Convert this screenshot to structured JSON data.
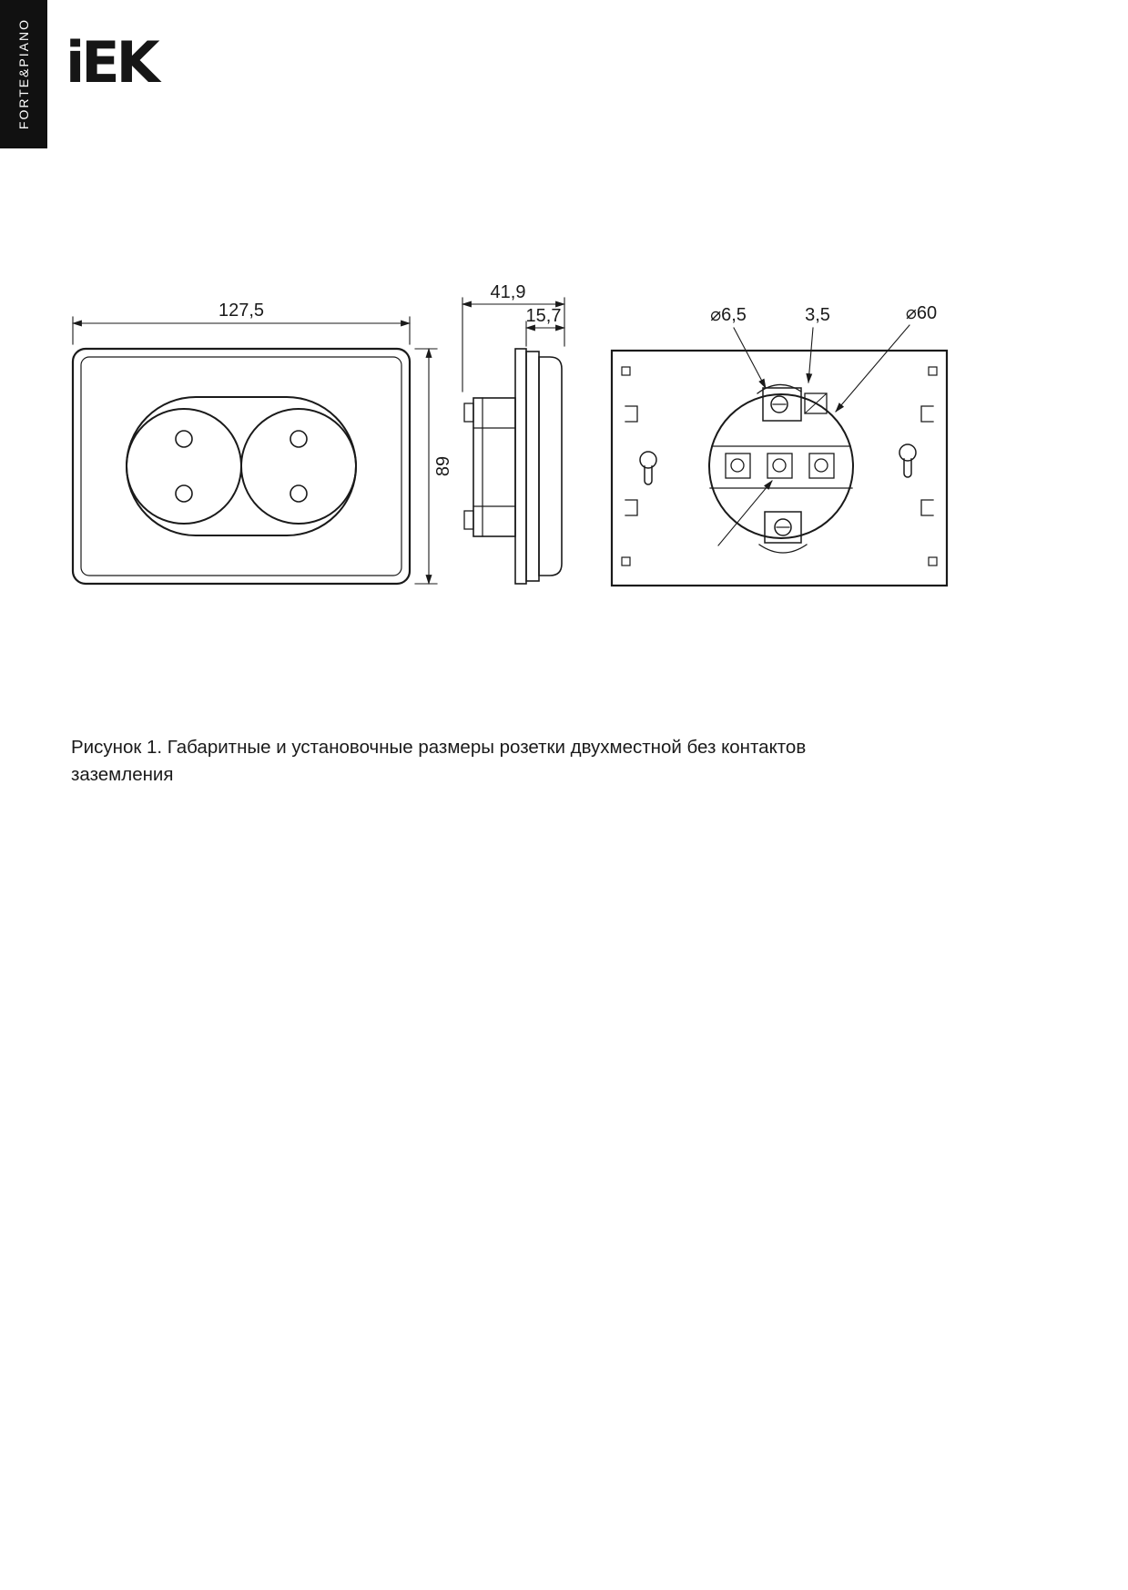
{
  "page": {
    "series_tab_label": "FORTE&PIANO",
    "logo_text": "iEK"
  },
  "figure": {
    "front_view": {
      "width": "127,5",
      "height": "89"
    },
    "side_view": {
      "total_depth": "41,9",
      "cover_depth": "15,7"
    },
    "back_view": {
      "mounting_hole_diameter": "⌀6,5",
      "slot_width": "3,5",
      "box_diameter": "⌀60"
    },
    "caption": "Рисунок 1. Габаритные и установочные размеры розетки двухместной без контактов заземления"
  }
}
